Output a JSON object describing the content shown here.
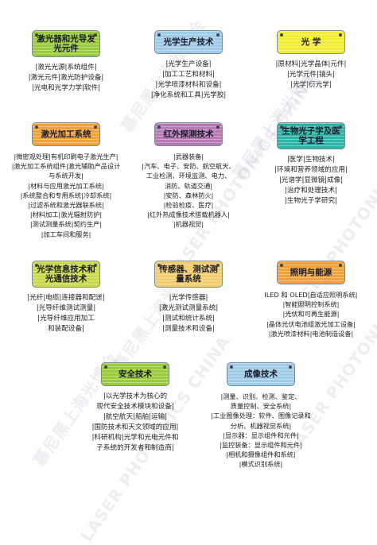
{
  "colors": {
    "green": "#9acb3c",
    "blue": "#9fcbe9",
    "yellow": "#f2ec33",
    "orange": "#f0a23a",
    "purple": "#b77ab5",
    "teal": "#2fb3a4",
    "olive": "#c9d94a",
    "sand": "#f3cc6e",
    "brown": "#f0a23a"
  },
  "categories": [
    {
      "title": "激光器和光导发光元件",
      "items": [
        "|激光光源|系统组件|",
        "|激光元件|激光防护设备|",
        "|光电和光学力学|软件|"
      ]
    },
    {
      "title": "光学生产技术",
      "items": [
        "|光学生产设备|",
        "|加工工艺和材料|",
        "|光学喷漆材料和设备|",
        "|净化系统和工具|光学胶|"
      ]
    },
    {
      "title": "光 学",
      "items": [
        "|原材料|光学晶体|元件|",
        "|光学元件|镜头|",
        "|光学|衍光学|"
      ]
    },
    {
      "title": "激光加工系统",
      "items": [
        "|微密观处理|有机印刷电子激光生产|",
        "|激光加工系统组件|激光辅助产品设计",
        "与系统开发|",
        "|材料与应用激光加工系统|",
        "|系统整合和专用系统|冷却系统|",
        "|过滤系统和激光器联系统|",
        "|材料加工|激光辐射防护|",
        "|测试测量系统|契约生产|",
        "|加工车间和服务|"
      ]
    },
    {
      "title": "红外探测技术",
      "items": [
        "|武器装备|",
        "|汽车、电子、安防、航空航天、",
        "工业检测、环境监测、电力、",
        "消防、轨道交通|",
        "|安防、森林防火|",
        "|检验检疫、医疗|",
        "|红外热成像技术搭载机器人|",
        "|机器视觉|"
      ]
    },
    {
      "title": "生物光子学及医学工程",
      "items": [
        "|医学|生物技术|",
        "|环境和营养领域的应用|",
        "|光谱学|显微镜|成像|",
        "|治疗和处理技术|",
        "|生物光子学研究|"
      ]
    },
    {
      "title": "光学信息技术和光通信技术",
      "items": [
        "|光纤|电缆|连接器和配送|",
        "|光导纤维测试测量|",
        "|光导纤维应用加工",
        "和装配设备|"
      ]
    },
    {
      "title": "传感器、测试测量系统",
      "items": [
        "|光学传感器|",
        "|激光测试测量系统|",
        "|测试和统计系统|",
        "|测量技术和设备|"
      ]
    },
    {
      "title": "照明与能源",
      "items": [
        "ILED 和 OLED|自适应照明系统|",
        "|智能照明控制系统|",
        "|光伏和可再生能源|",
        "|晶体光伏电池组激光加工设备|",
        "|激光喷漆材料|电池制造设备|"
      ]
    },
    {
      "title": "安全技术",
      "items": [
        "|以光学技术为核心的",
        "现代安全技术模块和设备|",
        "|航空航天|船舶|运输|",
        "|国防技术和天文领域的应用|",
        "|科研机构|光学和光电元件和",
        "子系统的开发者和制造商|"
      ]
    },
    {
      "title": "成像技术",
      "items": [
        "|测量、识别、检测、鉴定、",
        "质量控制、安全系统|",
        "|工业图像处理：软件、图像记录和",
        "分析、机器视觉系统|",
        "|显示器：显示组件和元件|",
        "|监控装备：显示组件和元件|",
        "|相机和摄像组件和系统|",
        "|模式识别系统|"
      ]
    }
  ],
  "watermark": [
    "慕尼黑上海光博会",
    "LASER PHOTONICS CHINA"
  ]
}
